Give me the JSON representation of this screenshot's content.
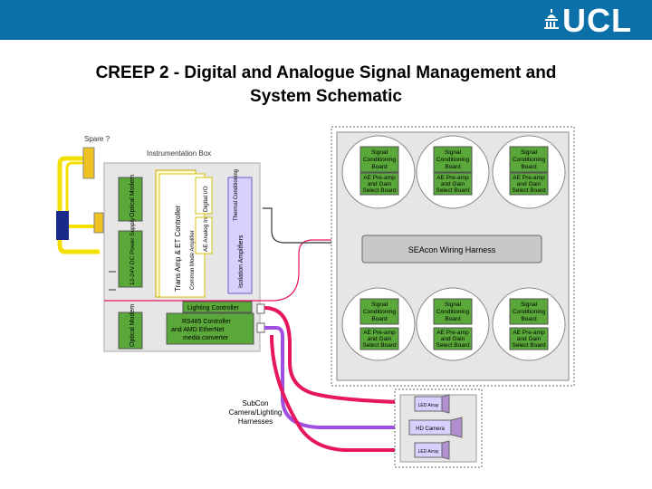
{
  "header": {
    "logo_text": "UCL",
    "bar_color": "#0b6fa8"
  },
  "title": {
    "line1": "CREEP 2 - Digital and Analogue Signal Management and",
    "line2": "System Schematic"
  },
  "diagram": {
    "spare_label": "Spare ?",
    "instrumentation_box_label": "Instrumentation Box",
    "optical_modem_top": "Optical Modem",
    "power_supply": "12-24V DC Power Supply",
    "optical_modem_bottom": "Optical Modem",
    "trans_amp": "Trans Amp & ET Controller",
    "common_mode": "Common Mode Amplifier",
    "digital_ic": "Digital I/O",
    "ae_analog": "AE Analog In",
    "isolation_amplifiers": "Isolation Amplifiers",
    "thermal_conditioning": "Thermal Conditioning",
    "lighting_controller": "Lighting Controller",
    "rs485": [
      "RS485 Controller",
      "and AMD EtherNet",
      "media converter"
    ],
    "harness": "SEAcon Wiring Harness",
    "boards_top": [
      {
        "line1": "Signal",
        "line2": "Conditioning",
        "line3": "Board",
        "line4": "AE Pre-amp",
        "line5": "and Gain",
        "line6": "Select Board"
      },
      {
        "line1": "Signal",
        "line2": "Conditioning",
        "line3": "Board",
        "line4": "AE Pre-amp",
        "line5": "and Gain",
        "line6": "Select Board"
      },
      {
        "line1": "Signal",
        "line2": "Conditioning",
        "line3": "Board",
        "line4": "AE Pre-amp",
        "line5": "and Gain",
        "line6": "Select Board"
      }
    ],
    "boards_bottom": [
      {
        "line1": "Signal",
        "line2": "Conditioning",
        "line3": "Board",
        "line4": "AE Pre-amp",
        "line5": "and Gain",
        "line6": "Select Board"
      },
      {
        "line1": "Signal",
        "line2": "Conditioning",
        "line3": "Board",
        "line4": "AE Pre-amp",
        "line5": "and Gain",
        "line6": "Select Board"
      },
      {
        "line1": "Signal",
        "line2": "Conditioning",
        "line3": "Board",
        "line4": "AE Pre-amp",
        "line5": "and Gain",
        "line6": "Select Board"
      }
    ],
    "subcon": [
      "SubCon",
      "Camera/Lighting",
      "Harnesses"
    ],
    "led_array_1": "LED Array",
    "hd_camera": "HD Camera",
    "led_array_2": "LED Array",
    "colors": {
      "yellow_cable": "#f4e000",
      "red_cable": "#e8175d",
      "purple_cable": "#a050e0",
      "board_fill": "#5aa83a",
      "box_fill": "#e6e6e6"
    }
  }
}
